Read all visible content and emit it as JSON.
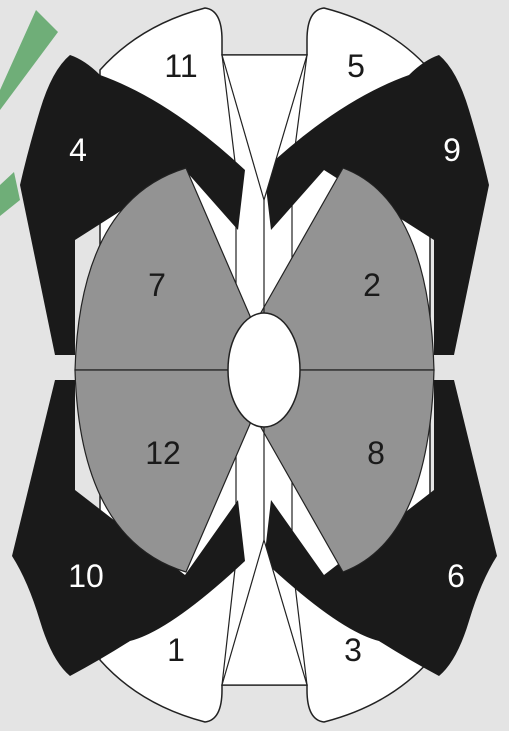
{
  "colors": {
    "background": "#e4e4e4",
    "dark": "#1a1a1a",
    "gray": "#939393",
    "light": "#ffffff",
    "accent_stripe": "#6fae78",
    "outline": "#222222"
  },
  "pieces": {
    "p1": {
      "label": "1",
      "color": "white"
    },
    "p2": {
      "label": "2",
      "color": "gray"
    },
    "p3": {
      "label": "3",
      "color": "white"
    },
    "p4": {
      "label": "4",
      "color": "black"
    },
    "p5": {
      "label": "5",
      "color": "white"
    },
    "p6": {
      "label": "6",
      "color": "black"
    },
    "p7": {
      "label": "7",
      "color": "gray"
    },
    "p8": {
      "label": "8",
      "color": "gray"
    },
    "p9": {
      "label": "9",
      "color": "black"
    },
    "p10": {
      "label": "10",
      "color": "black"
    },
    "p11": {
      "label": "11",
      "color": "white"
    },
    "p12": {
      "label": "12",
      "color": "gray"
    }
  }
}
